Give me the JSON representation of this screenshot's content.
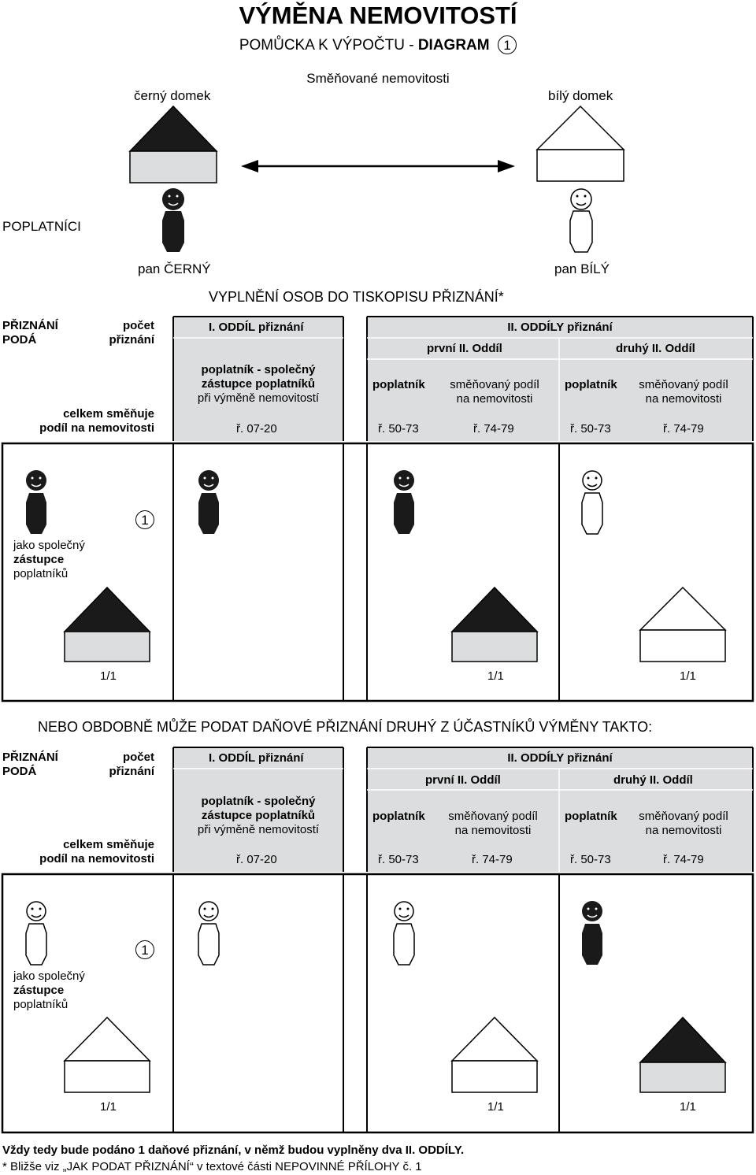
{
  "title": "VÝMĚNA NEMOVITOSTÍ",
  "subtitle": {
    "prefix": "POMŮCKA K VÝPOČTU - ",
    "bold": "DIAGRAM",
    "number": "1"
  },
  "exchanged_label": "Směňované nemovitosti",
  "black_house_label": "černý domek",
  "white_house_label": "bílý domek",
  "taxpayers_label": "POPLATNÍCI",
  "black_person": "pan ČERNÝ",
  "white_person": "pan BÍLÝ",
  "section_heading": "VYPLNĚNÍ OSOB DO TISKOPISU PŘIZNÁNÍ*",
  "header": {
    "filed_by": [
      "PŘIZNÁNÍ",
      "PODÁ"
    ],
    "count": [
      "počet",
      "přiznání"
    ],
    "total_exchanges": [
      "celkem směňuje",
      "podíl na nemovitosti"
    ],
    "section1_title": "I. ODDÍL přiznání",
    "section1_desc": [
      "poplatník - společný",
      "zástupce poplatníků",
      "při výměně nemovitostí"
    ],
    "section1_rows": "ř. 07-20",
    "section2_title": "II. ODDÍLY přiznání",
    "first_section2": "první II. Oddíl",
    "second_section2": "druhý II. Oddíl",
    "taxpayer": "poplatník",
    "exchanged_share": [
      "směňovaný podíl",
      "na nemovitosti"
    ],
    "rows_a": "ř. 50-73",
    "rows_b": "ř. 74-79"
  },
  "body": {
    "representative": [
      "jako společný",
      "zástupce",
      "poplatníků"
    ],
    "count_value": "1",
    "share": "1/1"
  },
  "alt_heading": "NEBO OBDOBNĚ MŮŽE PODAT DAŇOVÉ PŘIZNÁNÍ DRUHÝ Z ÚČASTNÍKŮ VÝMĚNY TAKTO:",
  "footer_note": "Vždy tedy bude podáno 1 daňové přiznání, v němž budou vyplněny dva II. ODDÍLY.",
  "footer_ref": "* Bližše viz „JAK PODAT PŘIZNÁNÍ“ v textové části NEPOVINNÉ PŘÍLOHY č. 1",
  "colors": {
    "header_fill": "#dcddde",
    "black": "#1a1a1a"
  }
}
